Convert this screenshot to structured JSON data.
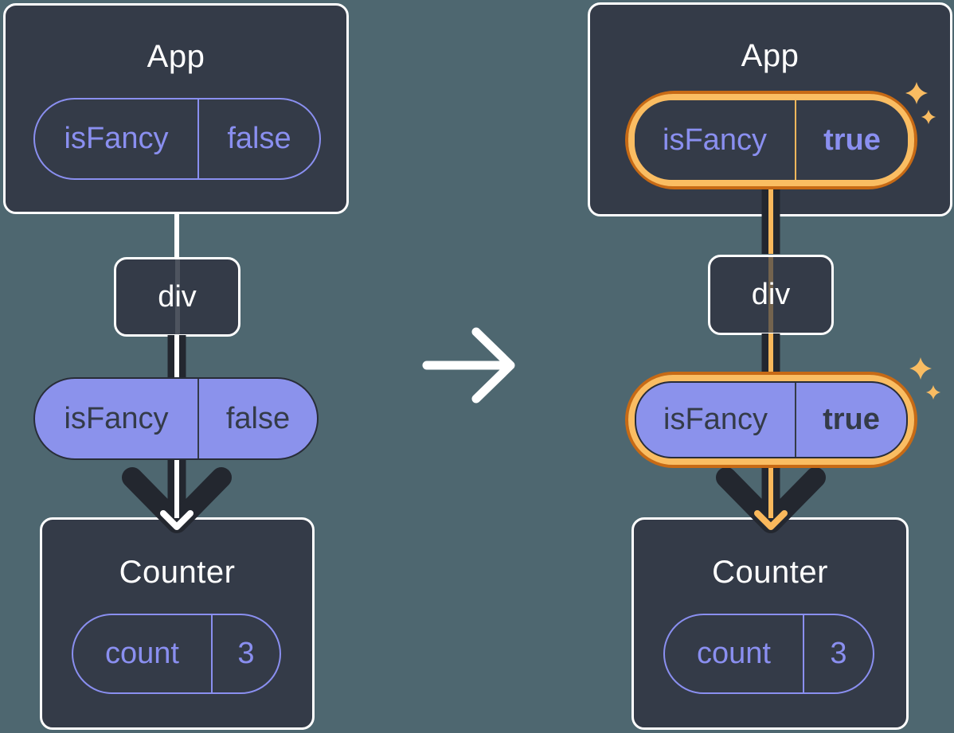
{
  "background_color": "#4E6770",
  "panels": {
    "before": {
      "app": {
        "title": "App",
        "prop_name": "isFancy",
        "prop_value": "false"
      },
      "div_node": {
        "label": "div"
      },
      "passed_prop": {
        "name": "isFancy",
        "value": "false"
      },
      "counter": {
        "title": "Counter",
        "state_name": "count",
        "state_value": "3"
      }
    },
    "after": {
      "app": {
        "title": "App",
        "prop_name": "isFancy",
        "prop_value": "true"
      },
      "div_node": {
        "label": "div"
      },
      "passed_prop": {
        "name": "isFancy",
        "value": "true"
      },
      "counter": {
        "title": "Counter",
        "state_name": "count",
        "state_value": "3"
      }
    }
  },
  "icons": {
    "transition": "arrow-right-icon",
    "highlight": "sparkles-icon"
  },
  "colors": {
    "card_bg": "#343B48",
    "card_border": "#FFFFFF",
    "purple_outline": "#8A8FF0",
    "purple_fill": "#8B92EC",
    "dark_text": "#343B48",
    "arrow_dark": "#23272F",
    "white_line": "#FFFFFF",
    "orange_ring_outer": "#C76A15",
    "orange_ring_inner": "#FABD62",
    "orange_line": "#F9B85C",
    "sparkle": "#F9BC62"
  }
}
